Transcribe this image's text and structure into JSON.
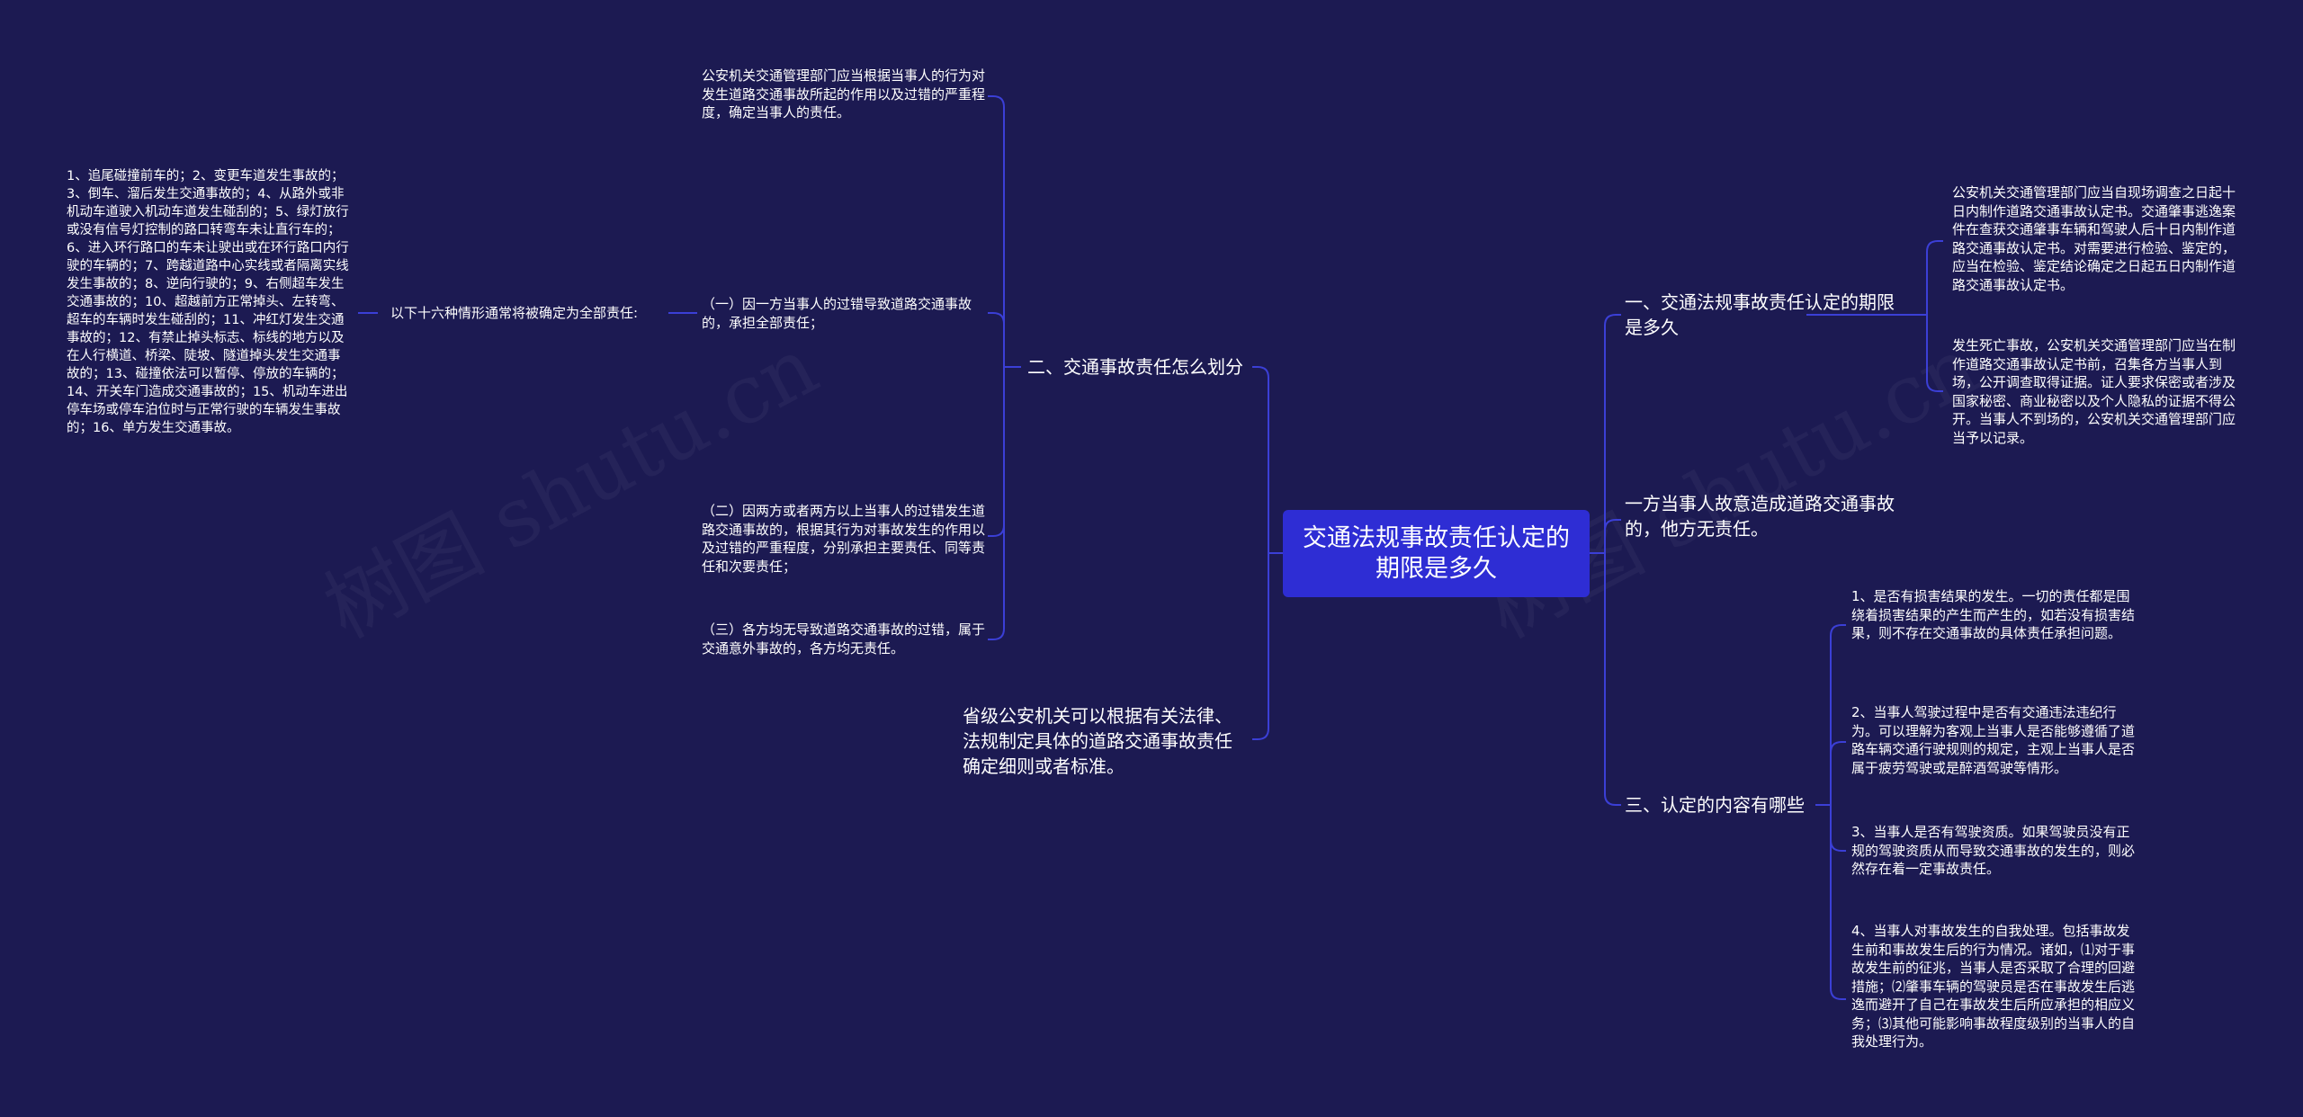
{
  "root": {
    "label": "交通法规事故责任认定的期限是多久"
  },
  "right": {
    "branch1": {
      "label": "一、交通法规事故责任认定的期限是多久",
      "children": [
        "公安机关交通管理部门应当自现场调查之日起十日内制作道路交通事故认定书。交通肇事逃逸案件在查获交通肇事车辆和驾驶人后十日内制作道路交通事故认定书。对需要进行检验、鉴定的，应当在检验、鉴定结论确定之日起五日内制作道路交通事故认定书。",
        "发生死亡事故，公安机关交通管理部门应当在制作道路交通事故认定书前，召集各方当事人到场，公开调查取得证据。证人要求保密或者涉及国家秘密、商业秘密以及个人隐私的证据不得公开。当事人不到场的，公安机关交通管理部门应当予以记录。"
      ]
    },
    "branch2": {
      "label": "一方当事人故意造成道路交通事故的，他方无责任。"
    },
    "branch3": {
      "label": "三、认定的内容有哪些",
      "children": [
        "1、是否有损害结果的发生。一切的责任都是围绕着损害结果的产生而产生的，如若没有损害结果，则不存在交通事故的具体责任承担问题。",
        "2、当事人驾驶过程中是否有交通违法违纪行为。可以理解为客观上当事人是否能够遵循了道路车辆交通行驶规则的规定，主观上当事人是否属于疲劳驾驶或是醉酒驾驶等情形。",
        "3、当事人是否有驾驶资质。如果驾驶员没有正规的驾驶资质从而导致交通事故的发生的，则必然存在着一定事故责任。",
        "4、当事人对事故发生的自我处理。包括事故发生前和事故发生后的行为情况。诸如，⑴对于事故发生前的征兆，当事人是否采取了合理的回避措施；⑵肇事车辆的驾驶员是否在事故发生后逃逸而避开了自己在事故发生后所应承担的相应义务；⑶其他可能影响事故程度级别的当事人的自我处理行为。"
      ]
    }
  },
  "left": {
    "branch1": {
      "label": "二、交通事故责任怎么划分",
      "children": [
        "公安机关交通管理部门应当根据当事人的行为对发生道路交通事故所起的作用以及过错的严重程度，确定当事人的责任。",
        "（一）因一方当事人的过错导致道路交通事故的，承担全部责任；",
        "（二）因两方或者两方以上当事人的过错发生道路交通事故的，根据其行为对事故发生的作用以及过错的严重程度，分别承担主要责任、同等责任和次要责任；",
        "（三）各方均无导致道路交通事故的过错，属于交通意外事故的，各方均无责任。"
      ],
      "sub": {
        "label": "以下十六种情形通常将被确定为全部责任:",
        "detail": "1、追尾碰撞前车的；2、变更车道发生事故的；3、倒车、溜后发生交通事故的；4、从路外或非机动车道驶入机动车道发生碰刮的；5、绿灯放行或没有信号灯控制的路口转弯车未让直行车的；6、进入环行路口的车未让驶出或在环行路口内行驶的车辆的；7、跨越道路中心实线或者隔离实线发生事故的；8、逆向行驶的；9、右侧超车发生交通事故的；10、超越前方正常掉头、左转弯、超车的车辆时发生碰刮的；11、冲红灯发生交通事故的；12、有禁止掉头标志、标线的地方以及在人行横道、桥梁、陡坡、隧道掉头发生交通事故的；13、碰撞依法可以暂停、停放的车辆的；14、开关车门造成交通事故的；15、机动车进出停车场或停车泊位时与正常行驶的车辆发生事故的；16、单方发生交通事故。"
      }
    },
    "branch2": {
      "label": "省级公安机关可以根据有关法律、法规制定具体的道路交通事故责任确定细则或者标准。"
    }
  },
  "colors": {
    "background": "#1c1a52",
    "root": "#2e2dd4",
    "line": "#3b3fd6",
    "text": "#ffffff"
  }
}
